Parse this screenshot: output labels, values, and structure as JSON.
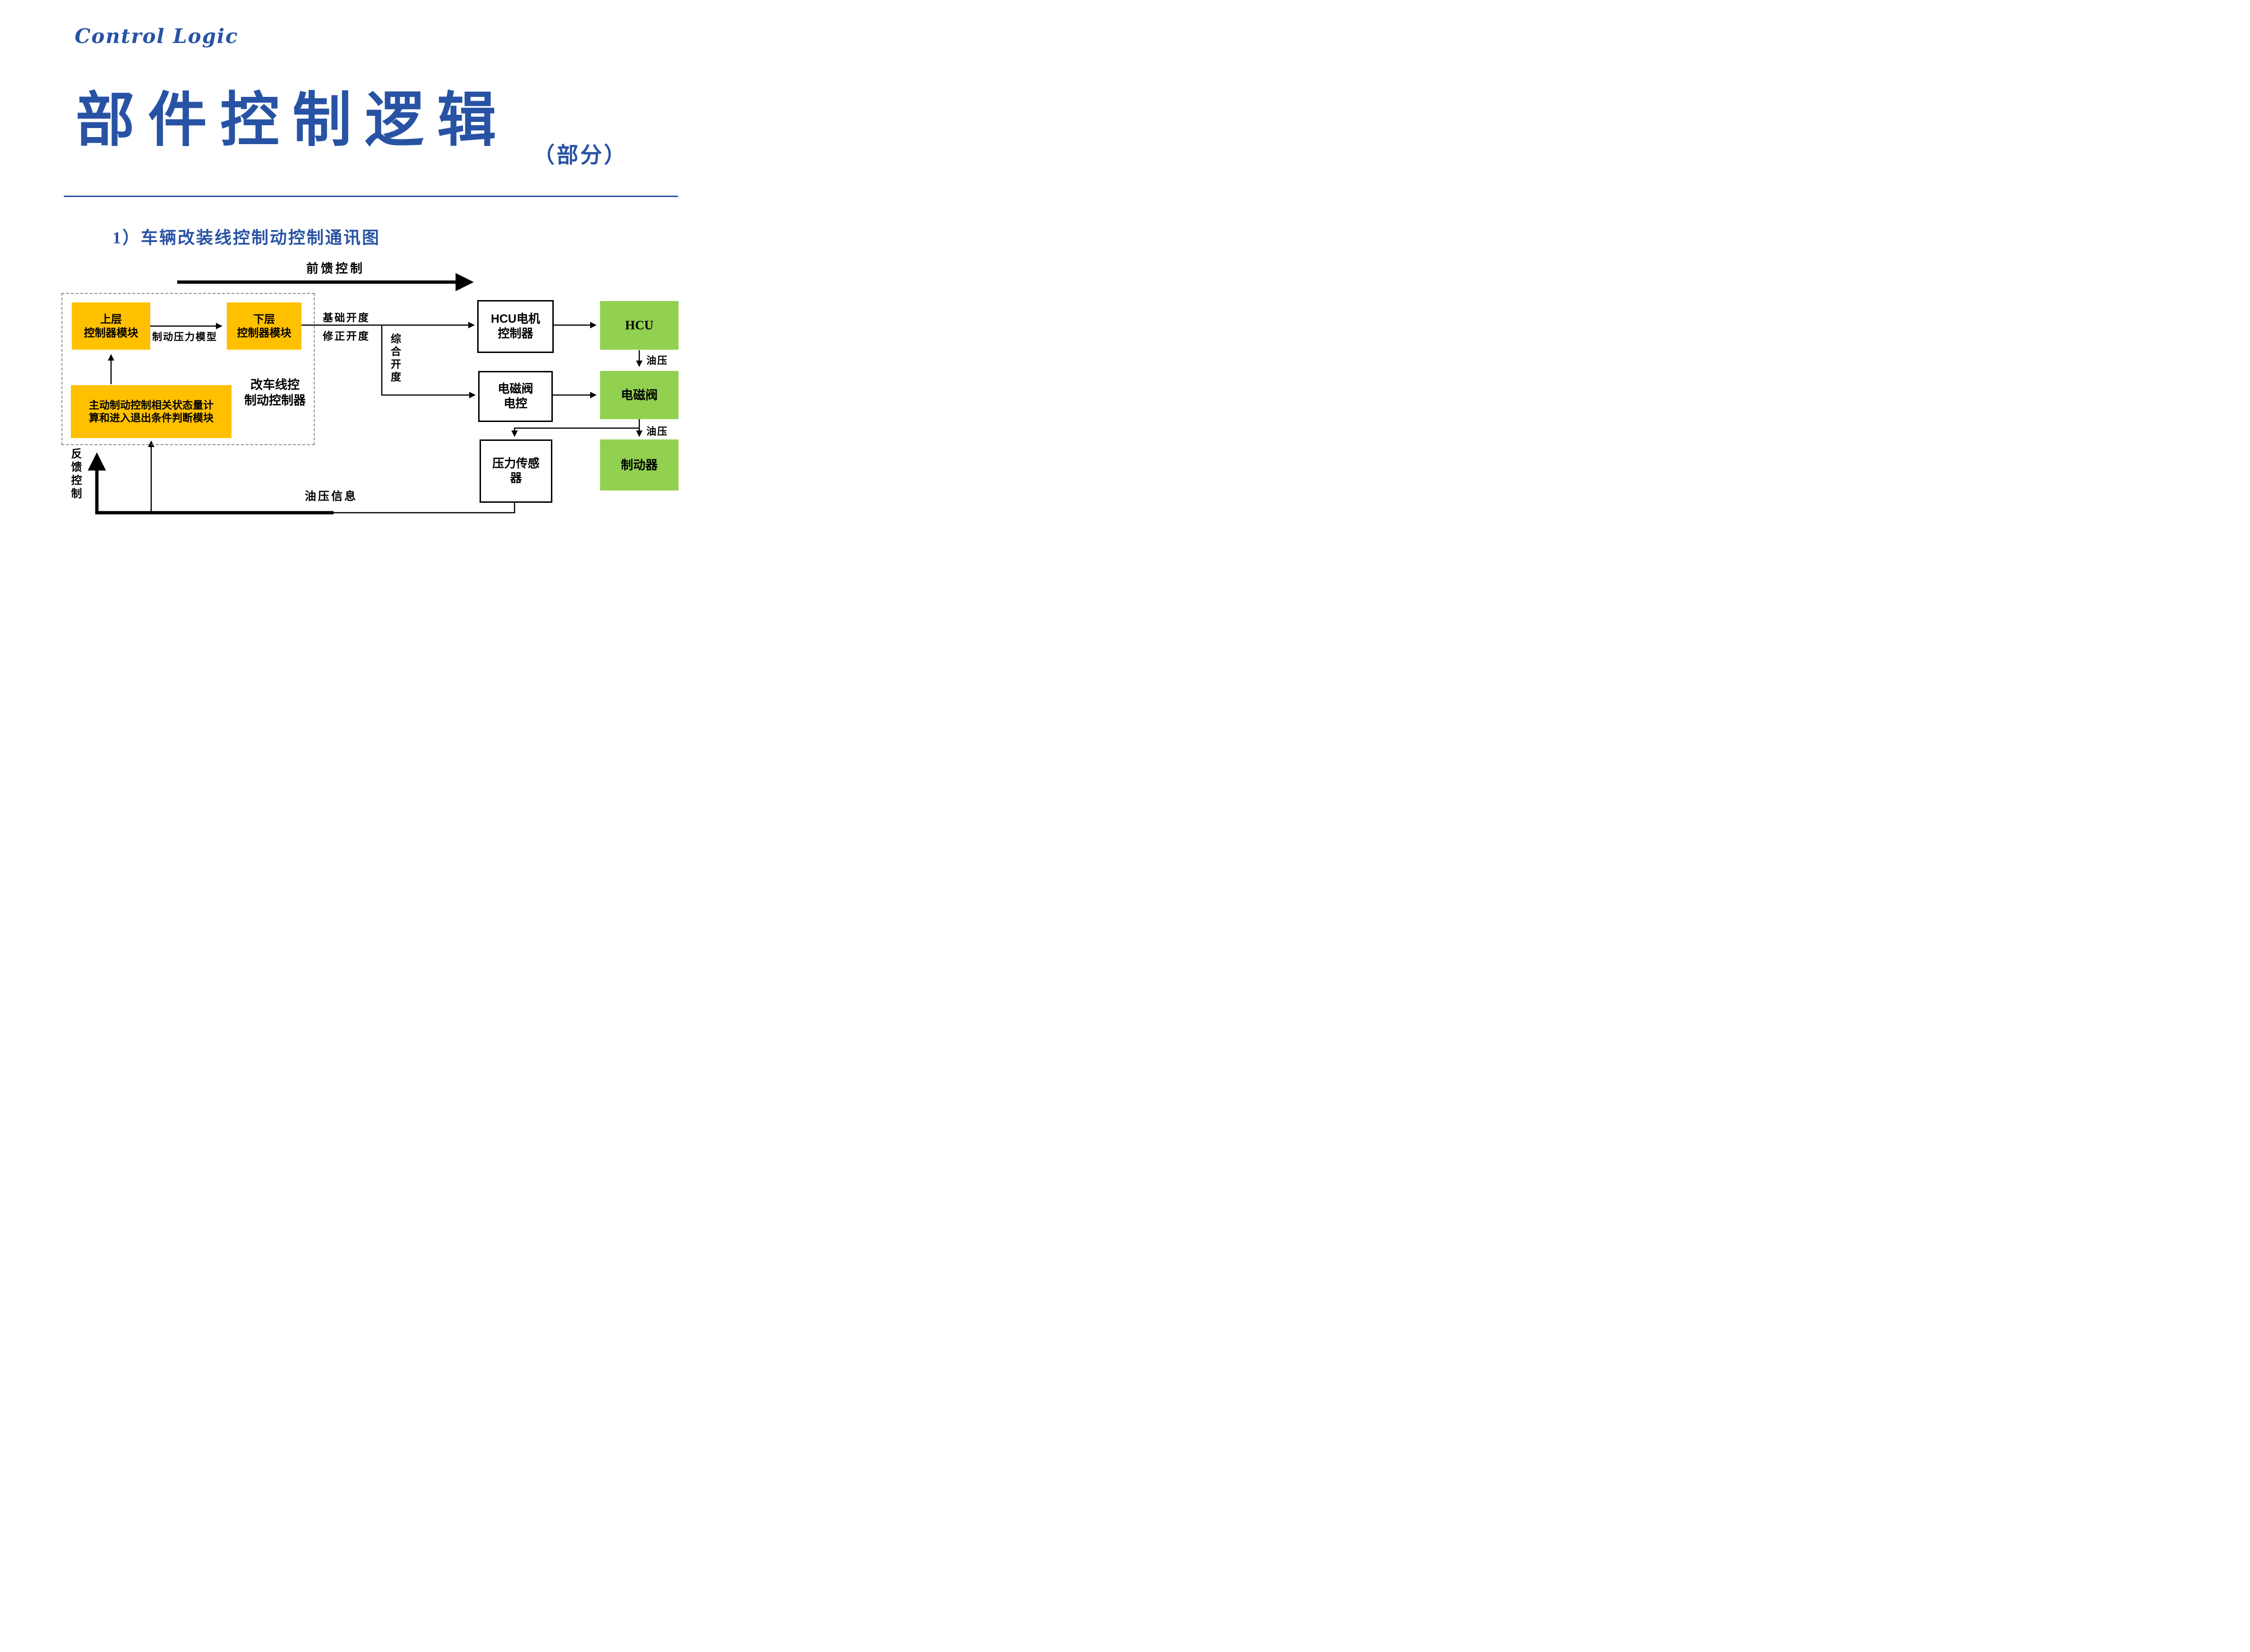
{
  "header": {
    "eyebrow": "Control Logic",
    "title": "部件控制逻辑",
    "title_suffix": "（部分）",
    "section_heading": "1）车辆改装线控制动控制通讯图"
  },
  "colors": {
    "accent_blue": "#2853A4",
    "module_orange": "#FFC000",
    "actuator_green": "#92D050",
    "line_black": "#000000"
  },
  "diagram": {
    "boxes": {
      "upper_controller": "上层\n控制器模块",
      "lower_controller": "下层\n控制器模块",
      "active_brake_module": "主动制动控制相关状态量计\n算和进入退出条件判断模块",
      "retrofit_controller": "改车线控\n制动控制器",
      "hcu_motor_controller": "HCU电机\n控制器",
      "solenoid_valve_control": "电磁阀\n电控",
      "pressure_sensor": "压力传感\n器",
      "hcu": "HCU",
      "solenoid_valve": "电磁阀",
      "brake": "制动器"
    },
    "labels": {
      "feedforward": "前馈控制",
      "feedback": "反馈控制",
      "brake_pressure_model": "制动压力模型",
      "base_opening": "基础开度",
      "corrected_opening": "修正开度",
      "integrated_opening": "综合开度",
      "oil_pressure": "油压",
      "oil_pressure_info": "油压信息"
    }
  }
}
